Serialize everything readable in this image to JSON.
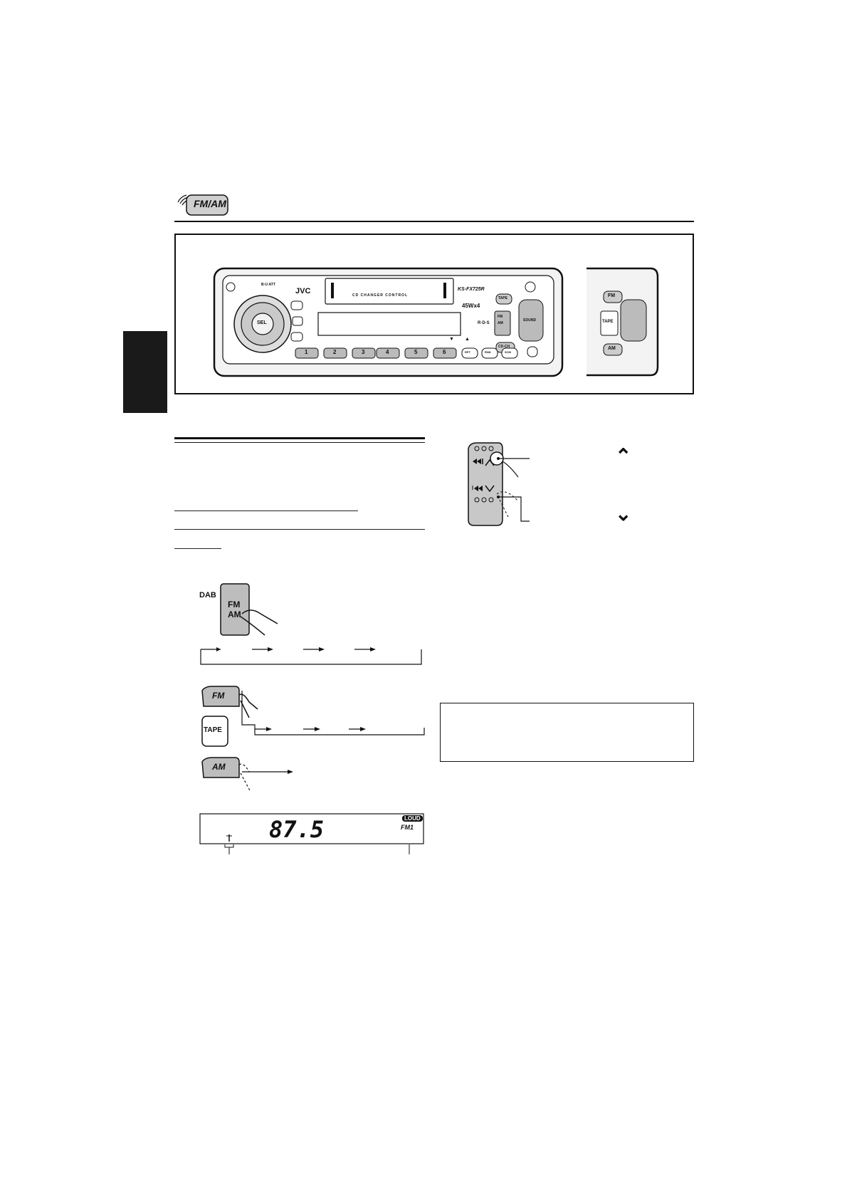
{
  "header": {
    "badge_label": "FM/AM"
  },
  "faceplate": {
    "brand": "JVC",
    "model": "KS-FX725R",
    "power_rating": "45Wx4",
    "cassette_label": "CD CHANGER CONTROL",
    "sel_label": "SEL",
    "rds_label": "R·D·S",
    "dial_label": "B·U·ATT",
    "tape_label": "TAPE",
    "fmam_label_top": "FM",
    "fmam_label_bottom": "AM",
    "cdch_label": "CD-CH",
    "sound_label": "SOUND",
    "preset_buttons": [
      "1",
      "2",
      "3",
      "4",
      "5",
      "6"
    ],
    "func_buttons": [
      "RPT",
      "RND",
      "SCM"
    ],
    "down_arrow": "▼",
    "up_arrow": "▲"
  },
  "faceplate_alt": {
    "fm_label": "FM",
    "am_label": "AM",
    "tape_label": "TAPE"
  },
  "step_fig1": {
    "dab_label": "DAB",
    "button_top": "FM",
    "button_bottom": "AM"
  },
  "step_fig2": {
    "fm_label": "FM",
    "tape_label": "TAPE",
    "am_label": "AM"
  },
  "display": {
    "frequency": "87.5",
    "loud_badge": "LOUD",
    "band": "FM1"
  },
  "seek_fig": {
    "up_symbol": "⌃",
    "down_symbol": "⌄"
  }
}
